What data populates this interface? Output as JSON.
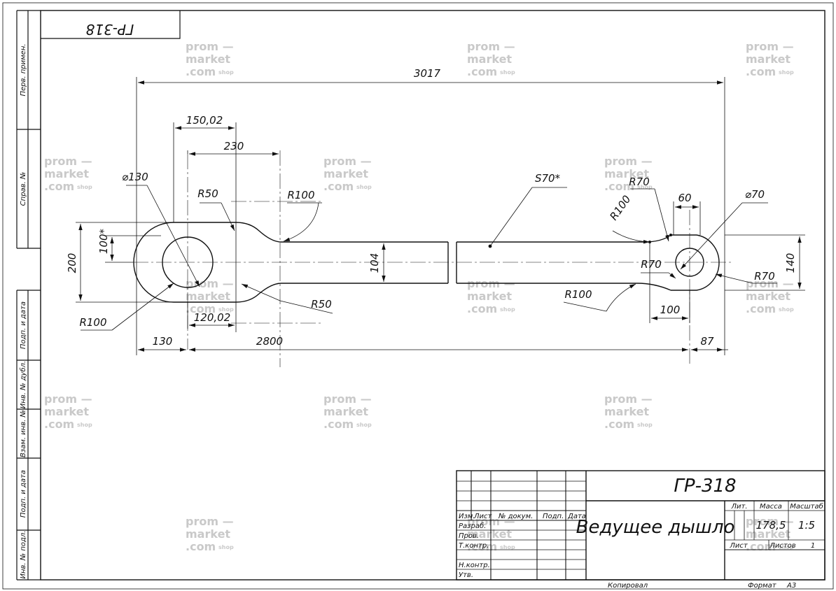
{
  "drawing_number": "ГР-318",
  "drawing_number_mirrored": "ГР-318",
  "part_name": "Ведущее дышло",
  "side_strip": [
    "Перв. примен.",
    "Справ. №",
    "Подп. и дата",
    "Инв. № дубл.",
    "Взам. инв. №",
    "Подп. и дата",
    "Инв. № подл."
  ],
  "dimensions": {
    "overall_length": "3017",
    "d150": "150,02",
    "d230": "230",
    "dia130": "⌀130",
    "r50_top": "R50",
    "r100_top": "R100",
    "s70": "S70*",
    "r70_top": "R70",
    "r100_right": "R100",
    "d60": "60",
    "dia70": "⌀70",
    "d100star": "100*",
    "d200": "200",
    "d104": "104",
    "r70_mid": "R70",
    "d140": "140",
    "r70_right": "R70",
    "r100_bottom_right": "R100",
    "d100": "100",
    "r50_bottom": "R50",
    "r100_left": "R100",
    "d120": "120,02",
    "d130": "130",
    "d2800": "2800",
    "d87": "87"
  },
  "title_block": {
    "col_izm": "Изм.",
    "col_list": "Лист",
    "col_doc": "№ докум.",
    "col_sign": "Подп.",
    "col_date": "Дата",
    "row_razrab": "Разраб.",
    "row_prov": "Пров.",
    "row_tkontr": "Т.контр.",
    "row_nkontr": "Н.контр.",
    "row_utv": "Утв.",
    "lit_label": "Лит.",
    "mass_label": "Масса",
    "scale_label": "Масштаб",
    "mass_value": "178,5",
    "scale_value": "1:5",
    "sheet_label": "Лист",
    "sheets_label": "Листов",
    "sheets_value": "1"
  },
  "footer": {
    "copied": "Копировал",
    "format_label": "Формат",
    "format_value": "А3"
  },
  "watermark": {
    "line1": "prom —",
    "line2": "market",
    "line3": ".com",
    "shop": "shop"
  },
  "colors": {
    "line": "#111111",
    "watermark": "#c9c9c9",
    "background": "#ffffff"
  }
}
